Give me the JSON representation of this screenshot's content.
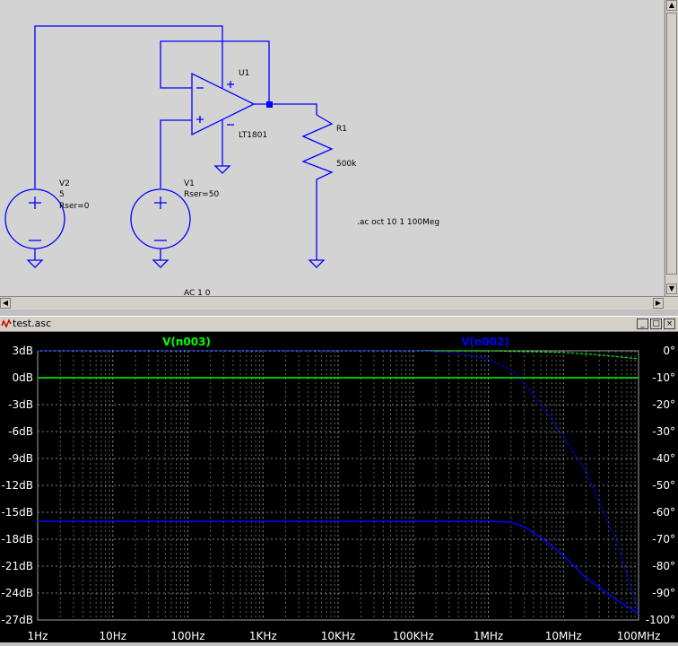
{
  "schematic": {
    "u1_ref": "U1",
    "u1_model": "LT1801",
    "r1_ref": "R1",
    "r1_value": "500k",
    "v2_ref": "V2",
    "v2_value": "5",
    "v2_rser": "Rser=0",
    "v1_ref": "V1",
    "v1_rser": "Rser=50",
    "v1_ac": "AC 1 0",
    "directive": ".ac oct 10 1 100Meg"
  },
  "window": {
    "title": "test.asc"
  },
  "plot": {
    "trace1_name": "V(n003)",
    "trace2_name": "V(n002)",
    "trace1_color": "#00ff00",
    "trace2_color": "#0000ff",
    "left_ticks": [
      "3dB",
      "0dB",
      "-3dB",
      "-6dB",
      "-9dB",
      "-12dB",
      "-15dB",
      "-18dB",
      "-21dB",
      "-24dB",
      "-27dB"
    ],
    "right_ticks": [
      "0°",
      "-10°",
      "-20°",
      "-30°",
      "-40°",
      "-50°",
      "-60°",
      "-70°",
      "-80°",
      "-90°",
      "-100°"
    ],
    "x_ticks": [
      "1Hz",
      "10Hz",
      "100Hz",
      "1KHz",
      "10KHz",
      "100KHz",
      "1MHz",
      "10MHz",
      "100MHz"
    ]
  },
  "chart_data": {
    "type": "line",
    "x_scale": "log",
    "xlim": [
      "1Hz",
      "100MHz"
    ],
    "y_left_range_db": [
      -27,
      3
    ],
    "y_right_range_deg": [
      -100,
      0
    ],
    "grid": true,
    "series": [
      {
        "name": "V(n003)",
        "magnitude_db": [
          [
            1,
            0
          ],
          [
            100000000,
            0
          ]
        ],
        "phase_deg": [
          [
            1,
            0
          ],
          [
            1000000,
            0
          ],
          [
            10000000,
            -0.6
          ],
          [
            30000000,
            -1.5
          ],
          [
            100000000,
            -3
          ]
        ]
      },
      {
        "name": "V(n002)",
        "magnitude_db": [
          [
            1,
            -16
          ],
          [
            1000000,
            -16
          ],
          [
            2000000,
            -16.1
          ],
          [
            3000000,
            -16.6
          ],
          [
            5000000,
            -17.8
          ],
          [
            10000000,
            -19.8
          ],
          [
            20000000,
            -22.3
          ],
          [
            50000000,
            -24.7
          ],
          [
            100000000,
            -26.3
          ]
        ],
        "phase_deg": [
          [
            1,
            0
          ],
          [
            100000,
            0
          ],
          [
            300000,
            -0.5
          ],
          [
            1000000,
            -3
          ],
          [
            2000000,
            -7
          ],
          [
            3000000,
            -12
          ],
          [
            5000000,
            -20
          ],
          [
            10000000,
            -32
          ],
          [
            20000000,
            -45
          ],
          [
            50000000,
            -70
          ],
          [
            100000000,
            -97
          ]
        ]
      }
    ]
  }
}
